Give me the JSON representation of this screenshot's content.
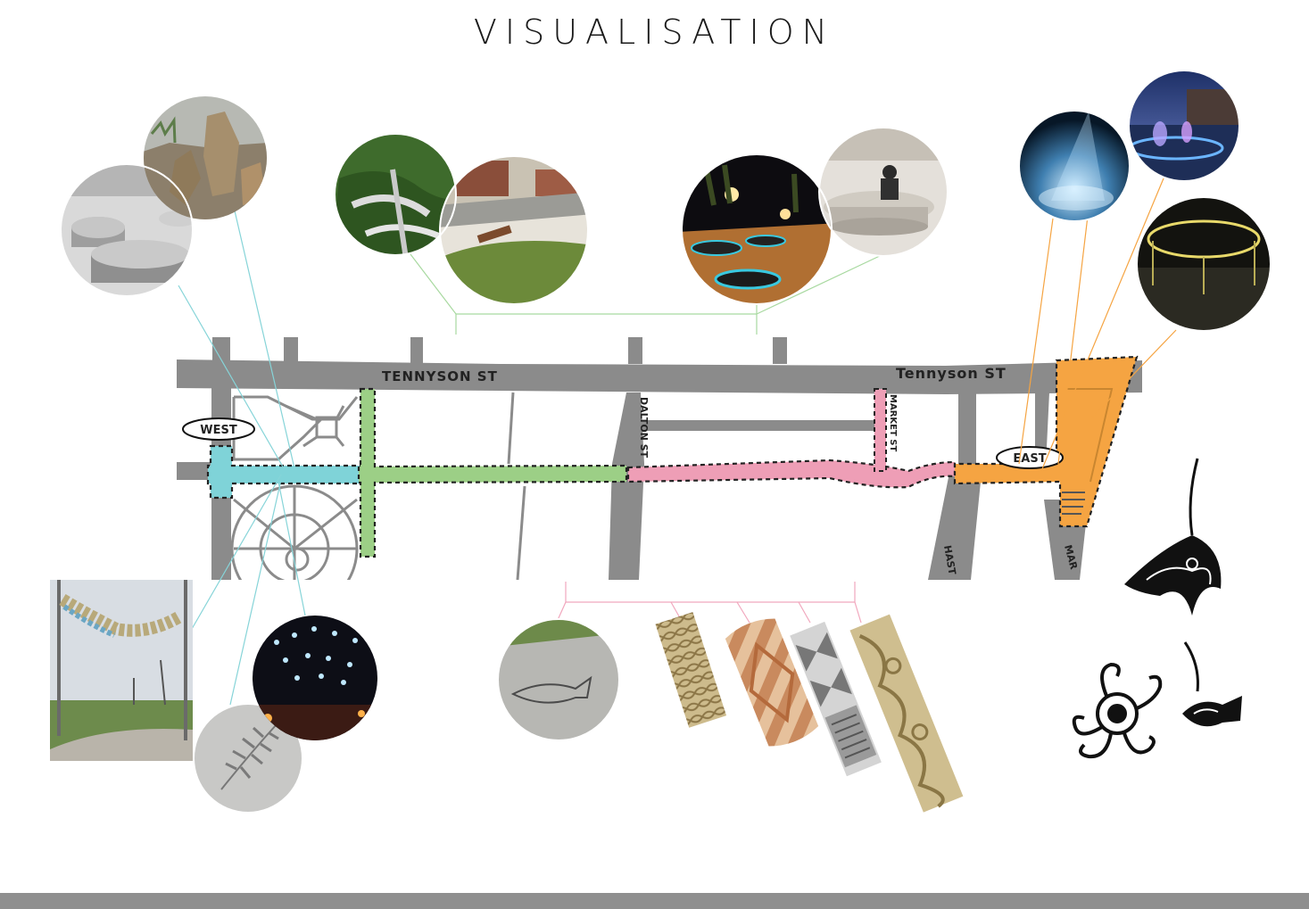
{
  "title": "VISUALISATION",
  "map": {
    "street_tennyson_left": "TENNYSON ST",
    "street_tennyson_right": "Tennyson ST",
    "street_dalton": "DALTON ST",
    "street_market": "MARKET ST",
    "street_hastings_partial": "HAST",
    "street_marine_partial": "MAR",
    "marker_west": "WEST",
    "marker_east": "EAST"
  },
  "zones": [
    {
      "name": "west",
      "color": "#7fd3d8"
    },
    {
      "name": "green",
      "color": "#9ccf86"
    },
    {
      "name": "pink",
      "color": "#ee9eb6"
    },
    {
      "name": "east",
      "color": "#f5a442"
    }
  ],
  "leader_colors": {
    "west": "#86d4d8",
    "green": "#a8d9a0",
    "pink": "#f1a7bd",
    "east": "#f5a442"
  },
  "icons": [
    "stone-seating-photo",
    "boulder-garden-photo",
    "terraced-garden-photo",
    "planted-terrace-photo",
    "night-plaza-seats-photo",
    "curved-bench-photo",
    "light-projection-photo",
    "fountain-plaza-photo",
    "light-ring-photo",
    "feather-sculpture-photo",
    "fern-paving-photo",
    "festoon-lights-photo",
    "carved-fish-wall-photo",
    "carved-panel-photo",
    "brick-diamond-panel-photo",
    "pyramid-stud-panel-photo",
    "koru-carving-panel-photo",
    "manta-ray-tattoo-icon",
    "octopus-tattoo-icon",
    "fish-tattoo-icon"
  ]
}
